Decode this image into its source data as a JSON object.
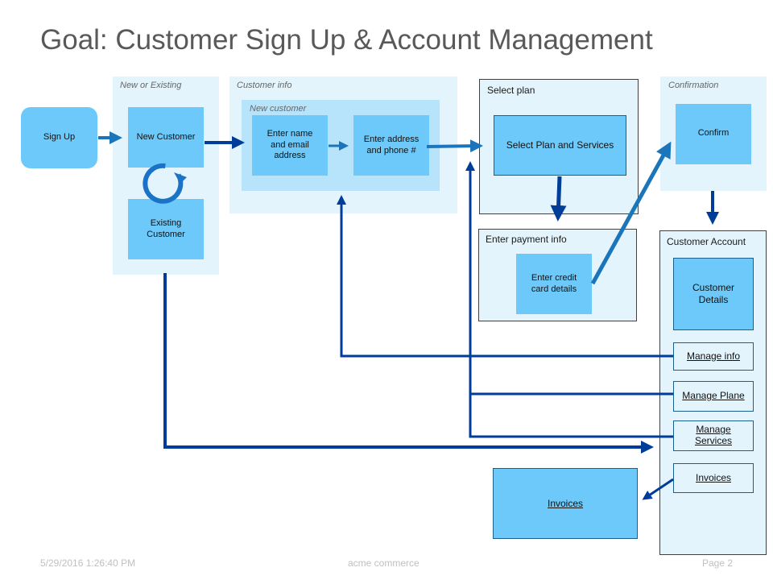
{
  "title": "Goal: Customer Sign Up & Account Management",
  "groups": {
    "new_or_existing": "New or Existing",
    "customer_info": "Customer info",
    "new_customer": "New customer",
    "select_plan": "Select plan",
    "enter_payment": "Enter payment info",
    "confirmation": "Confirmation",
    "customer_account": "Customer Account"
  },
  "boxes": {
    "sign_up": "Sign Up",
    "new_customer": "New Customer",
    "existing_customer": "Existing Customer",
    "enter_name": "Enter name and email address",
    "enter_address": "Enter address and phone #",
    "select_plan_services": "Select Plan and Services",
    "enter_credit": "Enter credit card details",
    "confirm": "Confirm",
    "customer_details": "Customer Details",
    "invoices_page": "Invoices"
  },
  "account_links": {
    "manage_info": "Manage info",
    "manage_plane": "Manage Plane",
    "manage_services": "Manage Services",
    "invoices": "Invoices"
  },
  "footer": {
    "timestamp": "5/29/2016 1:26:40 PM",
    "company": "acme commerce",
    "page": "Page 2"
  },
  "colors": {
    "group_bg": "#e3f4fc",
    "box_fill": "#6cc9f9",
    "arrow_light": "#1b75bb",
    "arrow_dark": "#003d99"
  }
}
